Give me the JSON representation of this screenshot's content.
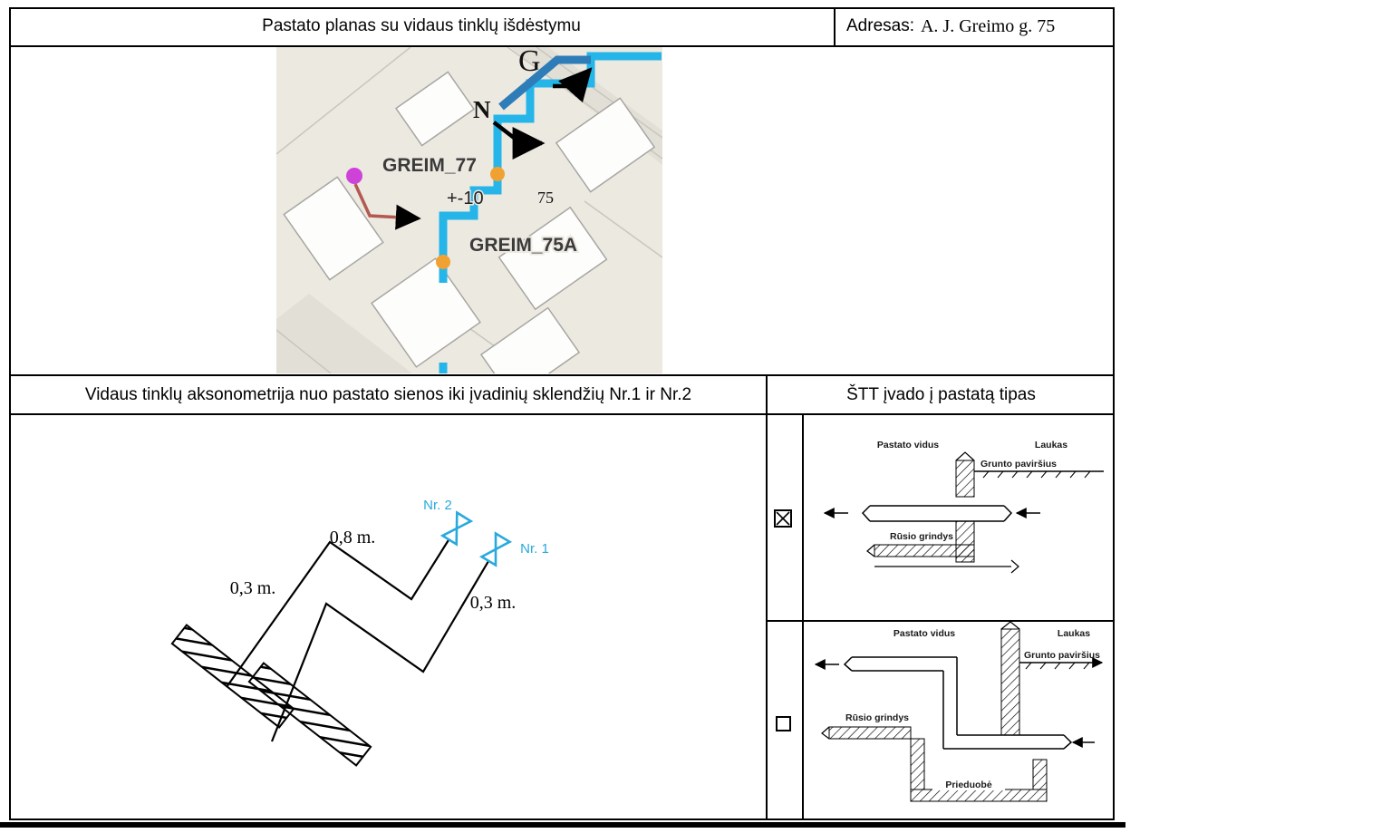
{
  "header": {
    "title": "Pastato planas su vidaus tinklų išdėstymu",
    "address_label": "Adresas:",
    "address_value": "A. J. Greimo g. 75"
  },
  "map": {
    "labels": {
      "g": "G",
      "north": "N",
      "greim_77": "GREIM_77",
      "depth": "+-10",
      "num_75": "75",
      "greim_75a": "GREIM_75A"
    },
    "colors": {
      "background": "#ece9e1",
      "pipe_cyan": "#25b5e9",
      "pipe_dark": "#2e7cb8",
      "dot_orange": "#f0a132",
      "dot_magenta": "#ce42da",
      "line_red": "#b25a52"
    }
  },
  "axonometry": {
    "title": "Vidaus tinklų aksonometrija nuo pastato sienos iki įvadinių sklendžių Nr.1 ir Nr.2",
    "dim_top": "0,8 m.",
    "dim_left": "0,3 m.",
    "dim_right": "0,3 m.",
    "valve_2_label": "Nr. 2",
    "valve_1_label": "Nr. 1",
    "valve_color": "#29a9dd"
  },
  "entry_types": {
    "title": "ŠTT įvado į pastatą tipas",
    "type_1": {
      "checked": true,
      "label_inside": "Pastato vidus",
      "label_outside": "Laukas",
      "label_ground": "Grunto paviršius",
      "label_floor": "Rūsio grindys"
    },
    "type_2": {
      "checked": false,
      "label_inside": "Pastato vidus",
      "label_outside": "Laukas",
      "label_ground": "Grunto paviršius",
      "label_floor": "Rūsio grindys",
      "label_pit": "Prieduobė"
    }
  }
}
